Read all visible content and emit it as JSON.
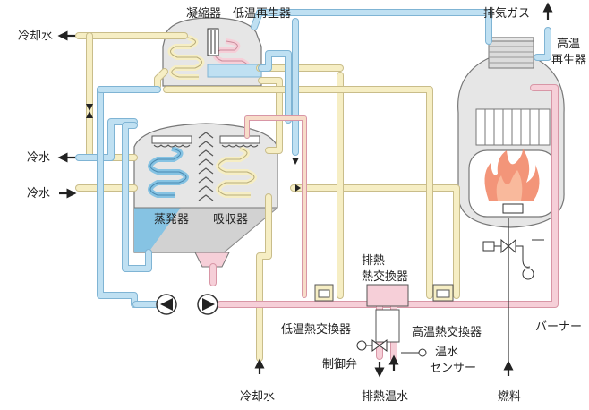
{
  "labels": {
    "condenser": "凝縮器",
    "low_temp_regenerator": "低温再生器",
    "exhaust_gas": "排気ガス",
    "high_temp_regenerator_line1": "高温",
    "high_temp_regenerator_line2": "再生器",
    "cooling_water_out": "冷却水",
    "chilled_water_out": "冷水",
    "chilled_water_in": "冷水",
    "evaporator": "蒸発器",
    "absorber": "吸収器",
    "exhaust_heat_exchanger_line1": "排熱",
    "exhaust_heat_exchanger_line2": "熱交換器",
    "low_temp_heat_exchanger": "低温熱交換器",
    "high_temp_heat_exchanger": "高温熱交換器",
    "burner": "バーナー",
    "control_valve": "制御弁",
    "hot_water_sensor_line1": "温水",
    "hot_water_sensor_line2": "センサー",
    "cooling_water_in": "冷却水",
    "exhaust_hot_water": "排熱温水",
    "fuel": "燃料"
  },
  "colors": {
    "pipe_cream": "#f6eec4",
    "pipe_cream_stroke": "#c9bd8a",
    "pipe_blue": "#bfe0f2",
    "pipe_blue_stroke": "#7fb4d4",
    "pipe_pink": "#f6cfd8",
    "pipe_pink_stroke": "#d896a6",
    "pipe_peach": "#f7dcc8",
    "vessel_fill": "#e6e6e6",
    "vessel_stroke": "#777777",
    "evap_blue": "#86c3e3",
    "flame": "#f28a6a"
  }
}
